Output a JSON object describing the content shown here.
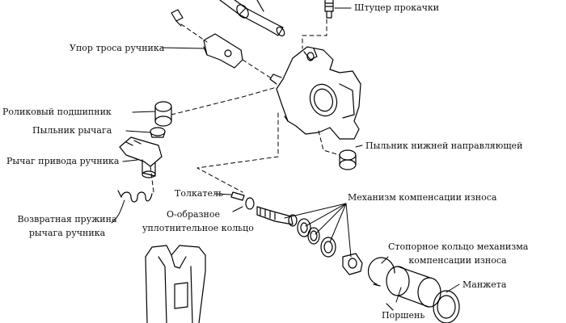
{
  "diagram": {
    "line_color": "#000000",
    "labels": {
      "bleeder": "Штуцер прокачки",
      "cable_stop": "Упор троса ручника",
      "roller_bearing": "Роликовый подшипник",
      "lever_boot": "Пыльник рычага",
      "lever": "Рычаг привода ручника",
      "lower_guide_boot": "Пыльник нижней направляющей",
      "pusher": "Толкатель",
      "wear_mechanism": "Механизм компенсации износа",
      "oring_line1": "О-образное",
      "oring_line2": "уплотнительное кольцо",
      "spring_line1": "Возвратная пружина",
      "spring_line2": "рычага ручника",
      "snap_ring_line1": "Стопорное кольцо механизма",
      "snap_ring_line2": "компенсации износа",
      "cuff": "Манжета",
      "piston": "Поршень"
    }
  }
}
